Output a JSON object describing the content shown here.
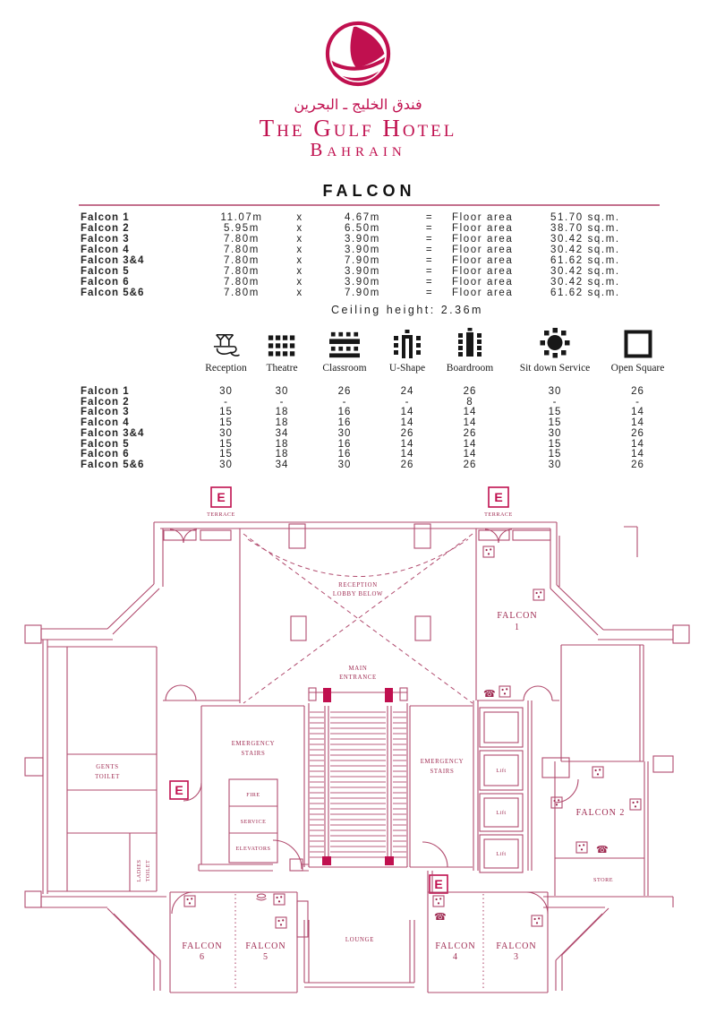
{
  "header": {
    "arabic": "فندق الخليج ـ البحرين",
    "hotel_name": "The Gulf Hotel",
    "hotel_location": "Bahrain"
  },
  "title": "FALCON",
  "dimensions_table": {
    "rows": [
      {
        "name": "Falcon 1",
        "width": "11.07m",
        "times": "x",
        "length": "4.67m",
        "equals": "=",
        "floor_area_label": "Floor area",
        "area": "51.70 sq.m."
      },
      {
        "name": "Falcon 2",
        "width": "5.95m",
        "times": "x",
        "length": "6.50m",
        "equals": "=",
        "floor_area_label": "Floor area",
        "area": "38.70 sq.m."
      },
      {
        "name": "Falcon 3",
        "width": "7.80m",
        "times": "x",
        "length": "3.90m",
        "equals": "=",
        "floor_area_label": "Floor area",
        "area": "30.42 sq.m."
      },
      {
        "name": "Falcon 4",
        "width": "7.80m",
        "times": "x",
        "length": "3.90m",
        "equals": "=",
        "floor_area_label": "Floor area",
        "area": "30.42 sq.m."
      },
      {
        "name": "Falcon 3&4",
        "width": "7.80m",
        "times": "x",
        "length": "7.90m",
        "equals": "=",
        "floor_area_label": "Floor area",
        "area": "61.62 sq.m."
      },
      {
        "name": "Falcon 5",
        "width": "7.80m",
        "times": "x",
        "length": "3.90m",
        "equals": "=",
        "floor_area_label": "Floor area",
        "area": "30.42 sq.m."
      },
      {
        "name": "Falcon 6",
        "width": "7.80m",
        "times": "x",
        "length": "3.90m",
        "equals": "=",
        "floor_area_label": "Floor area",
        "area": "30.42 sq.m."
      },
      {
        "name": "Falcon 5&6",
        "width": "7.80m",
        "times": "x",
        "length": "7.90m",
        "equals": "=",
        "floor_area_label": "Floor area",
        "area": "61.62 sq.m."
      }
    ]
  },
  "ceiling_note": "Ceiling height: 2.36m",
  "capacity_table": {
    "columns": [
      "Reception",
      "Theatre",
      "Classroom",
      "U-Shape",
      "Boardroom",
      "Sit down Service",
      "Open Square"
    ],
    "rows": [
      {
        "name": "Falcon 1",
        "values": [
          "30",
          "30",
          "26",
          "24",
          "26",
          "30",
          "26"
        ]
      },
      {
        "name": "Falcon 2",
        "values": [
          "-",
          "-",
          "-",
          "-",
          "8",
          "-",
          "-"
        ]
      },
      {
        "name": "Falcon 3",
        "values": [
          "15",
          "18",
          "16",
          "14",
          "14",
          "15",
          "14"
        ]
      },
      {
        "name": "Falcon 4",
        "values": [
          "15",
          "18",
          "16",
          "14",
          "14",
          "15",
          "14"
        ]
      },
      {
        "name": "Falcon 3&4",
        "values": [
          "30",
          "34",
          "30",
          "26",
          "26",
          "30",
          "26"
        ]
      },
      {
        "name": "Falcon 5",
        "values": [
          "15",
          "18",
          "16",
          "14",
          "14",
          "15",
          "14"
        ]
      },
      {
        "name": "Falcon 6",
        "values": [
          "15",
          "18",
          "16",
          "14",
          "14",
          "15",
          "14"
        ]
      },
      {
        "name": "Falcon 5&6",
        "values": [
          "30",
          "34",
          "30",
          "26",
          "26",
          "30",
          "26"
        ]
      }
    ]
  },
  "floor_plan": {
    "exit": "E",
    "terrace": "TERRACE",
    "reception_lobby": [
      "RECEPTION",
      "LOBBY BELOW"
    ],
    "main_entrance": [
      "MAIN",
      "ENTRANCE"
    ],
    "falcon1": [
      "FALCON",
      "1"
    ],
    "falcon2": "FALCON 2",
    "falcon3": [
      "FALCON",
      "3"
    ],
    "falcon4": [
      "FALCON",
      "4"
    ],
    "falcon5": [
      "FALCON",
      "5"
    ],
    "falcon6": [
      "FALCON",
      "6"
    ],
    "gents_toilet": [
      "GENTS",
      "TOILET"
    ],
    "ladies_toilet": [
      "LADIES",
      "TOILET"
    ],
    "emergency_stairs": [
      "EMERGENCY",
      "STAIRS"
    ],
    "fire_service_elevators": [
      "FIRE",
      "SERVICE",
      "ELEVATORS"
    ],
    "lift": "Lift",
    "store": "STORE",
    "lounge": "LOUNGE"
  },
  "colors": {
    "brand_crimson": "#c0104f",
    "plan_line": "#b14b6e",
    "plan_text": "#9e2950"
  }
}
